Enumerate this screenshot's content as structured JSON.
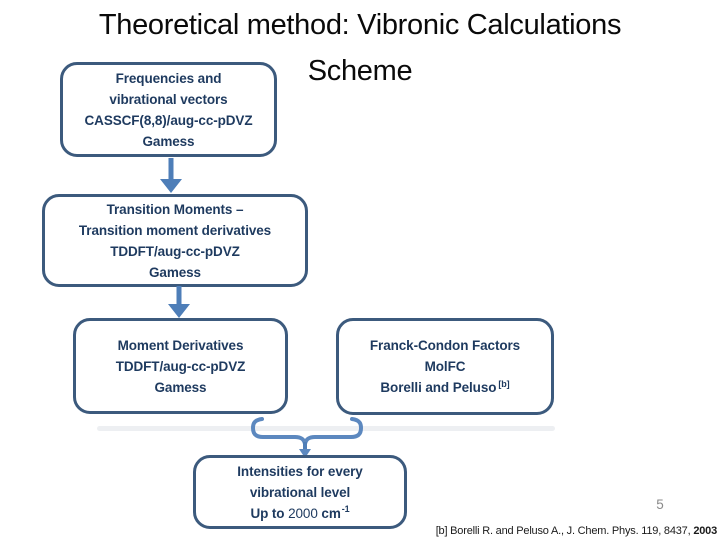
{
  "slide": {
    "title_line1": "Theoretical method: Vibronic Calculations",
    "title_line2": "Scheme",
    "page_number": "5",
    "footnote": {
      "text": "[b] Borelli R. and Peluso A., J. Chem. Phys. 119, 8437,",
      "year": "2003"
    }
  },
  "colors": {
    "bg": "#FFFFFF",
    "title_text": "#0A0A0A",
    "box_border": "#3C5A7D",
    "box_text": "#1E3A5F",
    "arrow": "#4E7EB8",
    "brace": "#5C88BF",
    "page_number": "#8A8A8A",
    "footnote_text": "#1A1A1A",
    "streak": "#E9EBEF"
  },
  "flowchart": {
    "boxes": [
      {
        "lines": [
          "Frequencies and",
          "vibrational vectors",
          "CASSCF(8,8)/aug-cc-pDVZ",
          "Gamess"
        ]
      },
      {
        "lines": [
          "Transition Moments –",
          "Transition moment derivatives",
          "TDDFT/aug-cc-pDVZ",
          "Gamess"
        ]
      },
      {
        "lines": [
          "Moment Derivatives",
          "TDDFT/aug-cc-pDVZ",
          "Gamess"
        ]
      },
      {
        "lines": [
          "Franck-Condon Factors",
          "MolFC",
          "Borelli and Peluso"
        ],
        "sup": "[b]"
      },
      {
        "lines": [
          "Intensities for every",
          "vibrational level"
        ],
        "last_line": {
          "bold_prefix": "Up to",
          "number": "2000",
          "unit": "cm",
          "sup": "-1"
        }
      }
    ],
    "connector_icons": [
      "arrow-down-icon",
      "arrow-down-icon",
      "brace-merge-arrow-icon"
    ]
  }
}
